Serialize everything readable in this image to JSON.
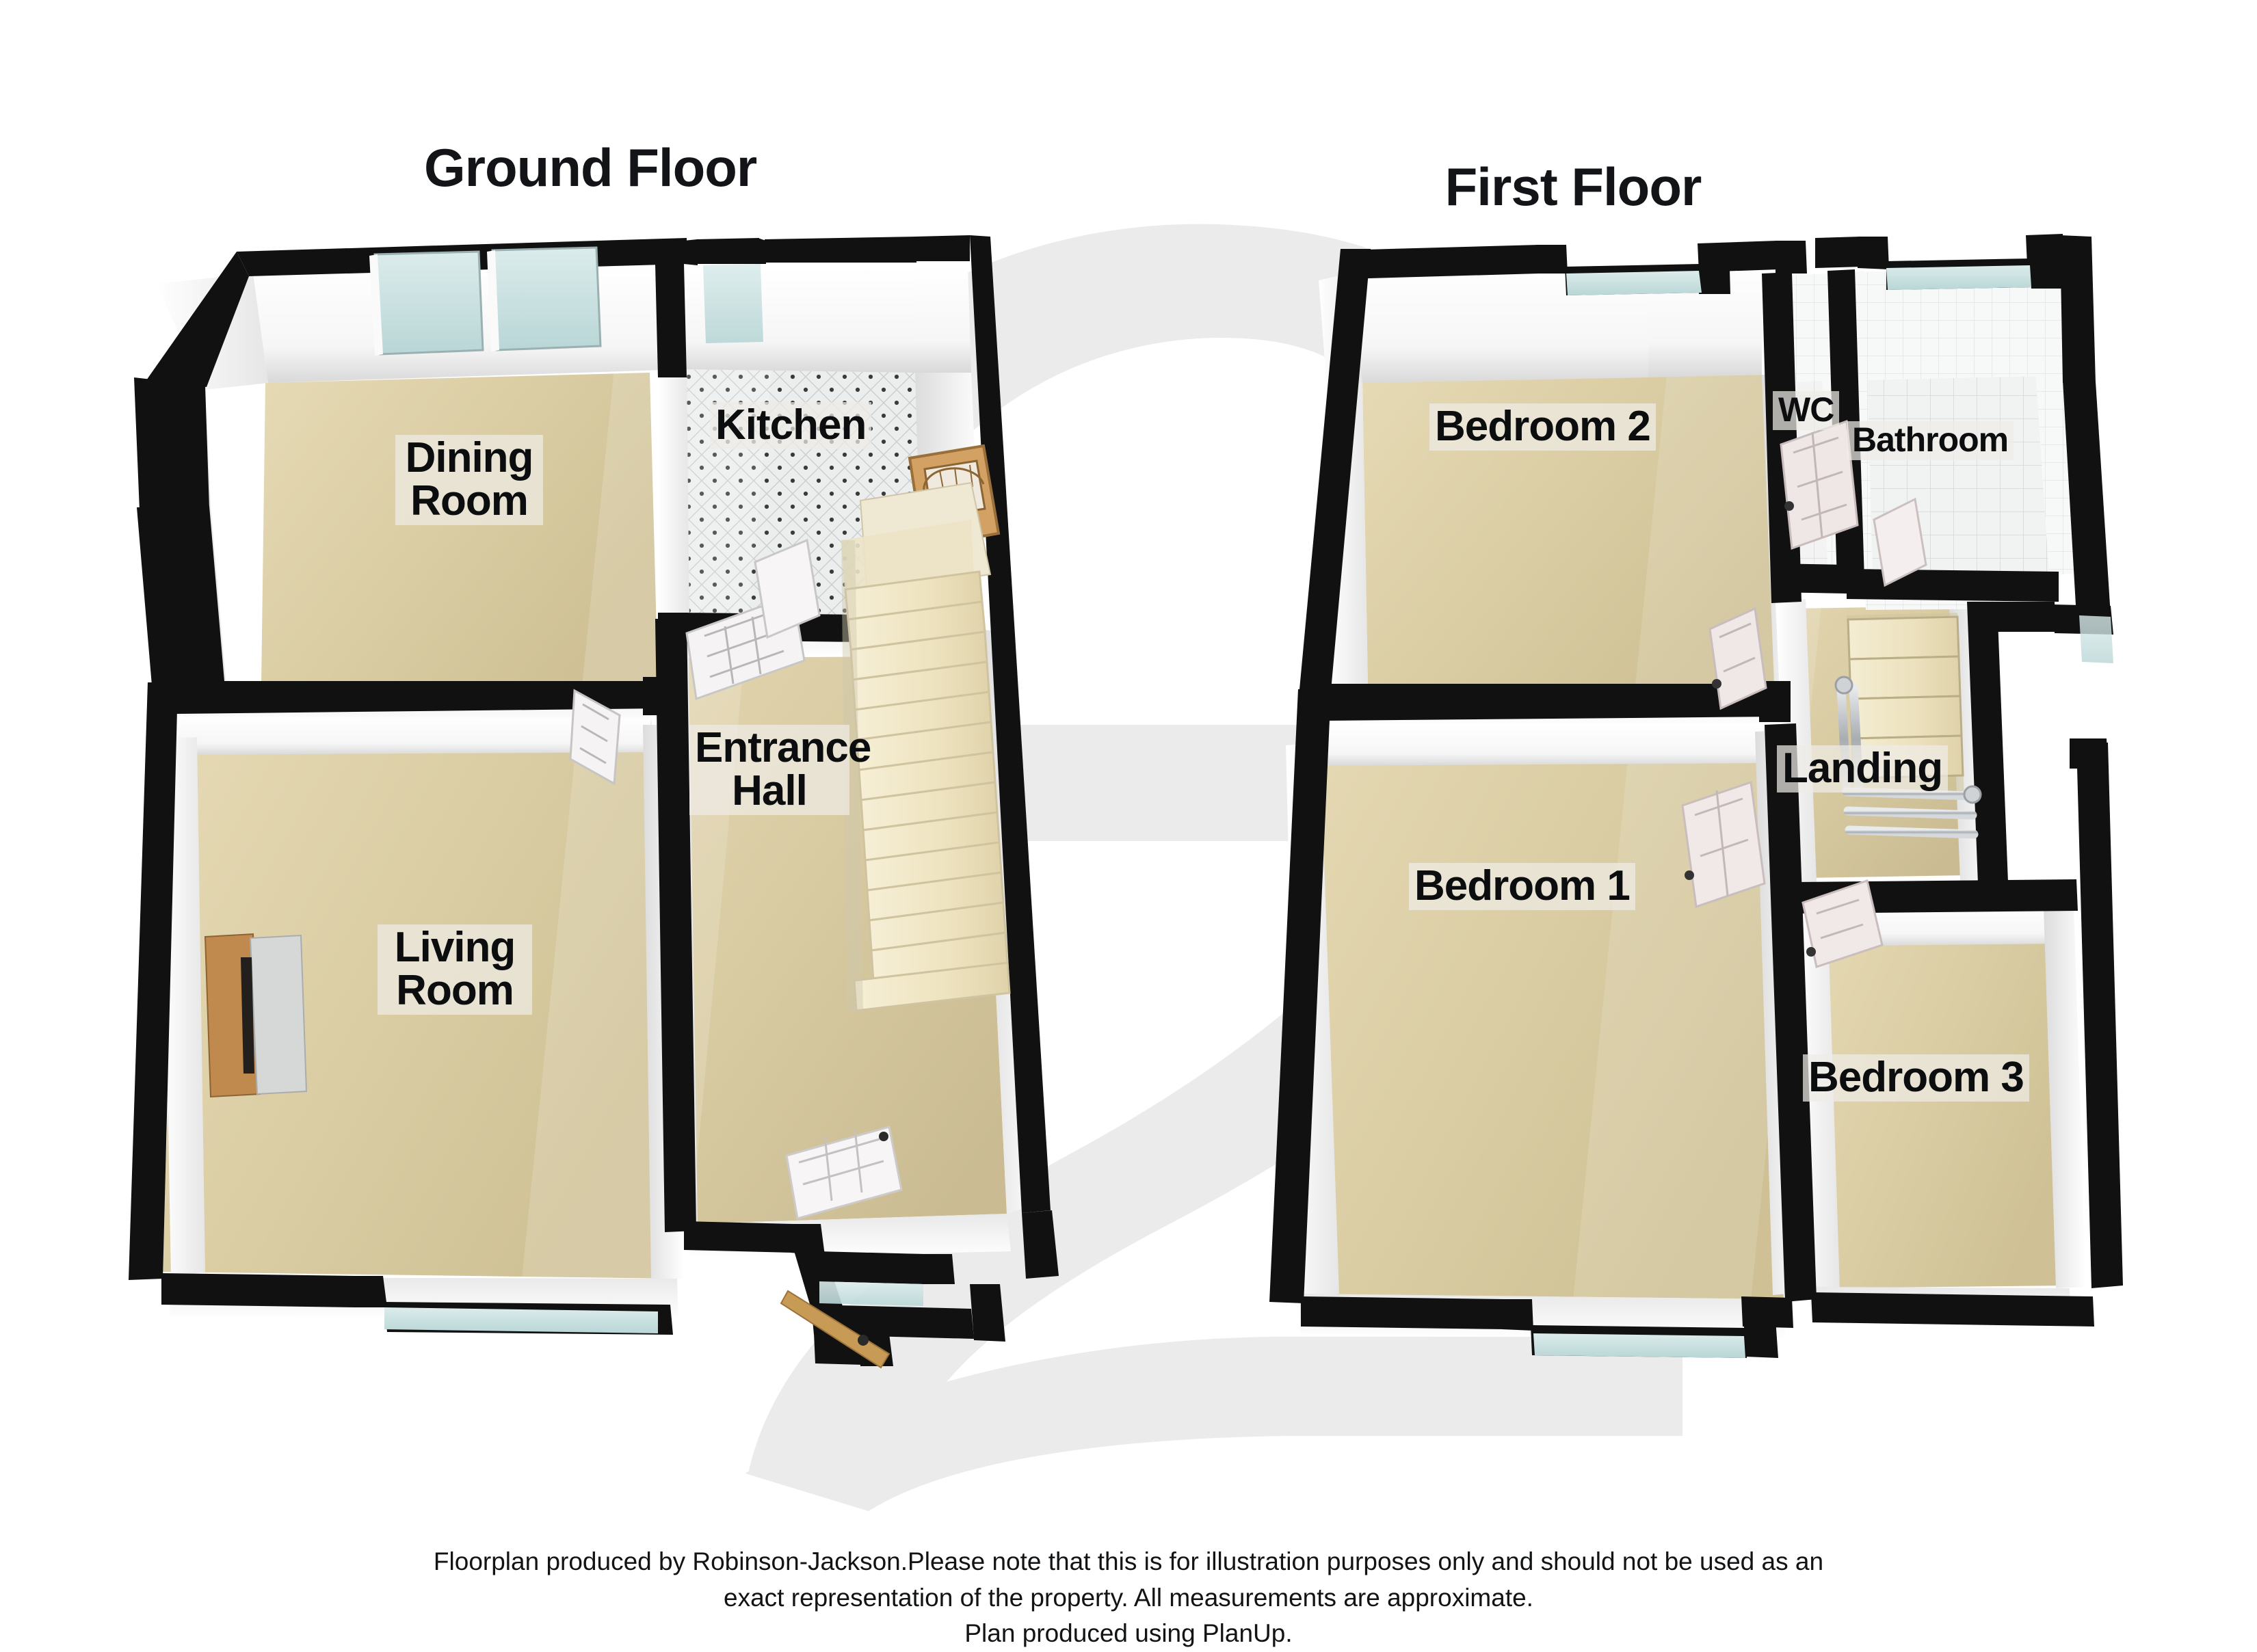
{
  "document": {
    "type": "floorplan",
    "floors": [
      {
        "id": "ground",
        "title": "Ground Floor",
        "rooms": [
          {
            "name": "Dining Room",
            "label": "Dining\nRoom",
            "floor_finish": "carpet"
          },
          {
            "name": "Kitchen",
            "label": "Kitchen",
            "floor_finish": "tile-diamond"
          },
          {
            "name": "Entrance Hall",
            "label": "Entrance\nHall",
            "floor_finish": "carpet"
          },
          {
            "name": "Living Room",
            "label": "Living\nRoom",
            "floor_finish": "carpet"
          }
        ],
        "features": [
          "staircase",
          "front-door",
          "fireplace",
          "windows",
          "internal-doors"
        ]
      },
      {
        "id": "first",
        "title": "First Floor",
        "rooms": [
          {
            "name": "Bedroom 2",
            "label": "Bedroom 2",
            "floor_finish": "carpet"
          },
          {
            "name": "WC",
            "label": "WC",
            "floor_finish": "tile"
          },
          {
            "name": "Bathroom",
            "label": "Bathroom",
            "floor_finish": "tile"
          },
          {
            "name": "Landing",
            "label": "Landing",
            "floor_finish": "carpet"
          },
          {
            "name": "Bedroom 1",
            "label": "Bedroom 1",
            "floor_finish": "carpet"
          },
          {
            "name": "Bedroom 3",
            "label": "Bedroom 3",
            "floor_finish": "carpet"
          }
        ],
        "features": [
          "stair-opening",
          "banister",
          "internal-doors",
          "windows"
        ]
      }
    ]
  },
  "footer": {
    "line1": "Floorplan produced by Robinson-Jackson.Please note that this is for illustration purposes only and should not be used as an",
    "line2": "exact representation of the property. All measurements are approximate.",
    "line3": "Plan produced using PlanUp."
  },
  "colors": {
    "wall_outline": "#111111",
    "wall_face": "#ffffff",
    "wall_shade": "#d7d7d7",
    "carpet": "#d8caa0",
    "carpet_light": "#e3d7b3",
    "tile": "#eceded",
    "window_glass": "#cfe4e4",
    "stair_tread": "#f0e6c8",
    "door_white": "#f2eeee",
    "door_wood": "#c9995a",
    "watermark": "#ebebeb",
    "label_bg": "#eeece6",
    "text": "#0c0d0f"
  }
}
